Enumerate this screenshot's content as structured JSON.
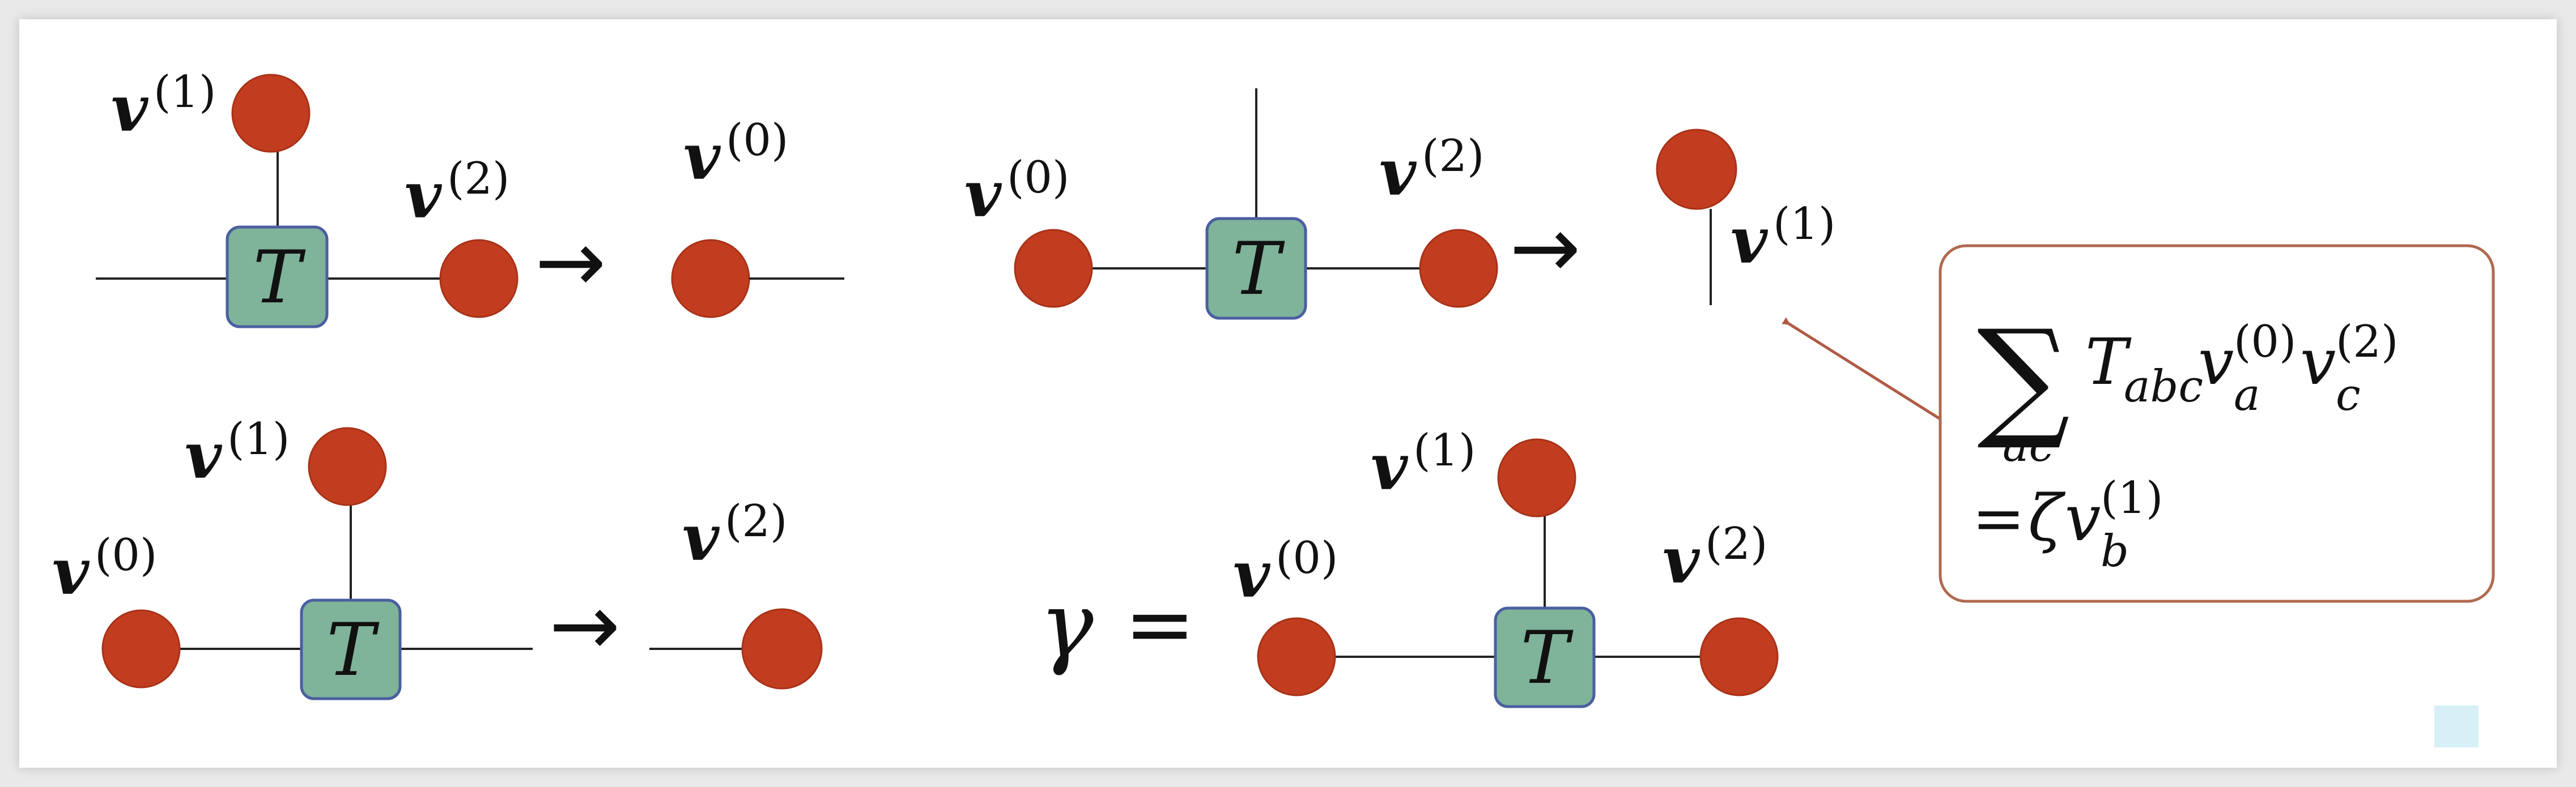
{
  "colors": {
    "node_fill": "#c23d1f",
    "node_stroke": "#a83218",
    "tensor_fill": "#7fb39a",
    "tensor_stroke": "#4a5fa0",
    "callout_border": "#b06a50",
    "callout_arrow": "#b05a45"
  },
  "labels": {
    "v": "v",
    "sup0": "(0)",
    "sup1": "(1)",
    "sup2": "(2)",
    "tensor": "T",
    "arrow": "→",
    "gamma": "γ",
    "equals": "="
  },
  "callout": {
    "sigma": "∑",
    "sum_index": "ac",
    "T": "T",
    "T_sub": "abc",
    "v": "v",
    "va_sub": "a",
    "va_sup": "(0)",
    "vc_sub": "c",
    "vc_sup": "(2)",
    "eq": "=",
    "zeta": "ζ",
    "vb_sub": "b",
    "vb_sup": "(1)"
  }
}
